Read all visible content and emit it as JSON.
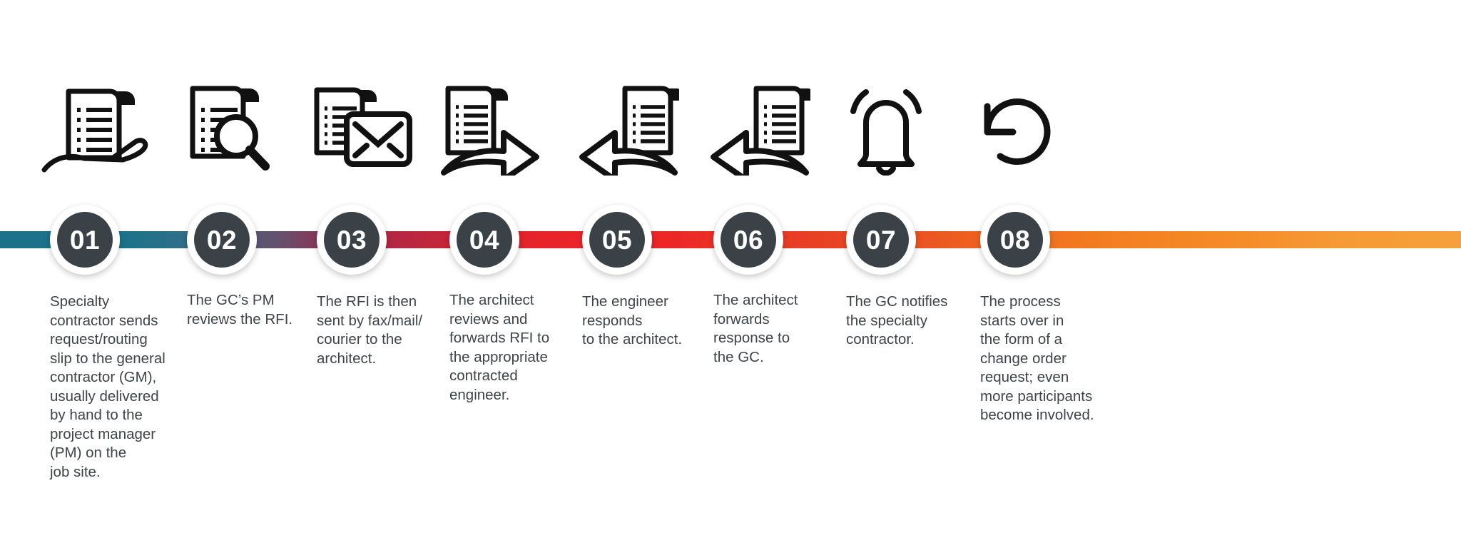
{
  "diagram": {
    "type": "process-timeline",
    "orientation": "horizontal",
    "step_count": 8,
    "accent_colors": {
      "rail_start": "#1C7389",
      "rail_mid_purple": "#64516E",
      "rail_crimson": "#A02A4C",
      "rail_red": "#E8242A",
      "rail_orange_red": "#EA4E22",
      "rail_orange": "#F37F21",
      "rail_end": "#F5A03C",
      "marker_fill": "#3A4247",
      "marker_ring": "#FFFFFF",
      "text": "#3E4449",
      "icon": "#111111",
      "background": "#FFFFFF"
    }
  },
  "steps": [
    {
      "number": "01",
      "icon": "document-in-hand-icon",
      "text": "Specialty\ncontractor sends\nrequest/routing\nslip to the general\ncontractor (GM),\nusually delivered\nby hand to the\nproject manager\n(PM) on the\njob site."
    },
    {
      "number": "02",
      "icon": "document-magnifier-icon",
      "text": "The GC’s PM\nreviews the RFI."
    },
    {
      "number": "03",
      "icon": "document-envelope-icon",
      "text": "The RFI is then\nsent by fax/mail/\ncourier to the\narchitect."
    },
    {
      "number": "04",
      "icon": "document-forward-arrow-icon",
      "text": "The architect\nreviews and\nforwards RFI to\nthe appropriate\ncontracted\nengineer."
    },
    {
      "number": "05",
      "icon": "document-reply-arrow-icon",
      "text": "The engineer\nresponds\nto the architect."
    },
    {
      "number": "06",
      "icon": "document-reply-arrow-icon",
      "text": "The architect\nforwards\nresponse to\nthe GC."
    },
    {
      "number": "07",
      "icon": "ringing-bell-icon",
      "text": "The GC notifies\nthe specialty\ncontractor."
    },
    {
      "number": "08",
      "icon": "restart-counterclockwise-icon",
      "text": "The process\nstarts over in\nthe form of a\nchange order\nrequest; even\nmore participants\nbecome involved."
    }
  ]
}
